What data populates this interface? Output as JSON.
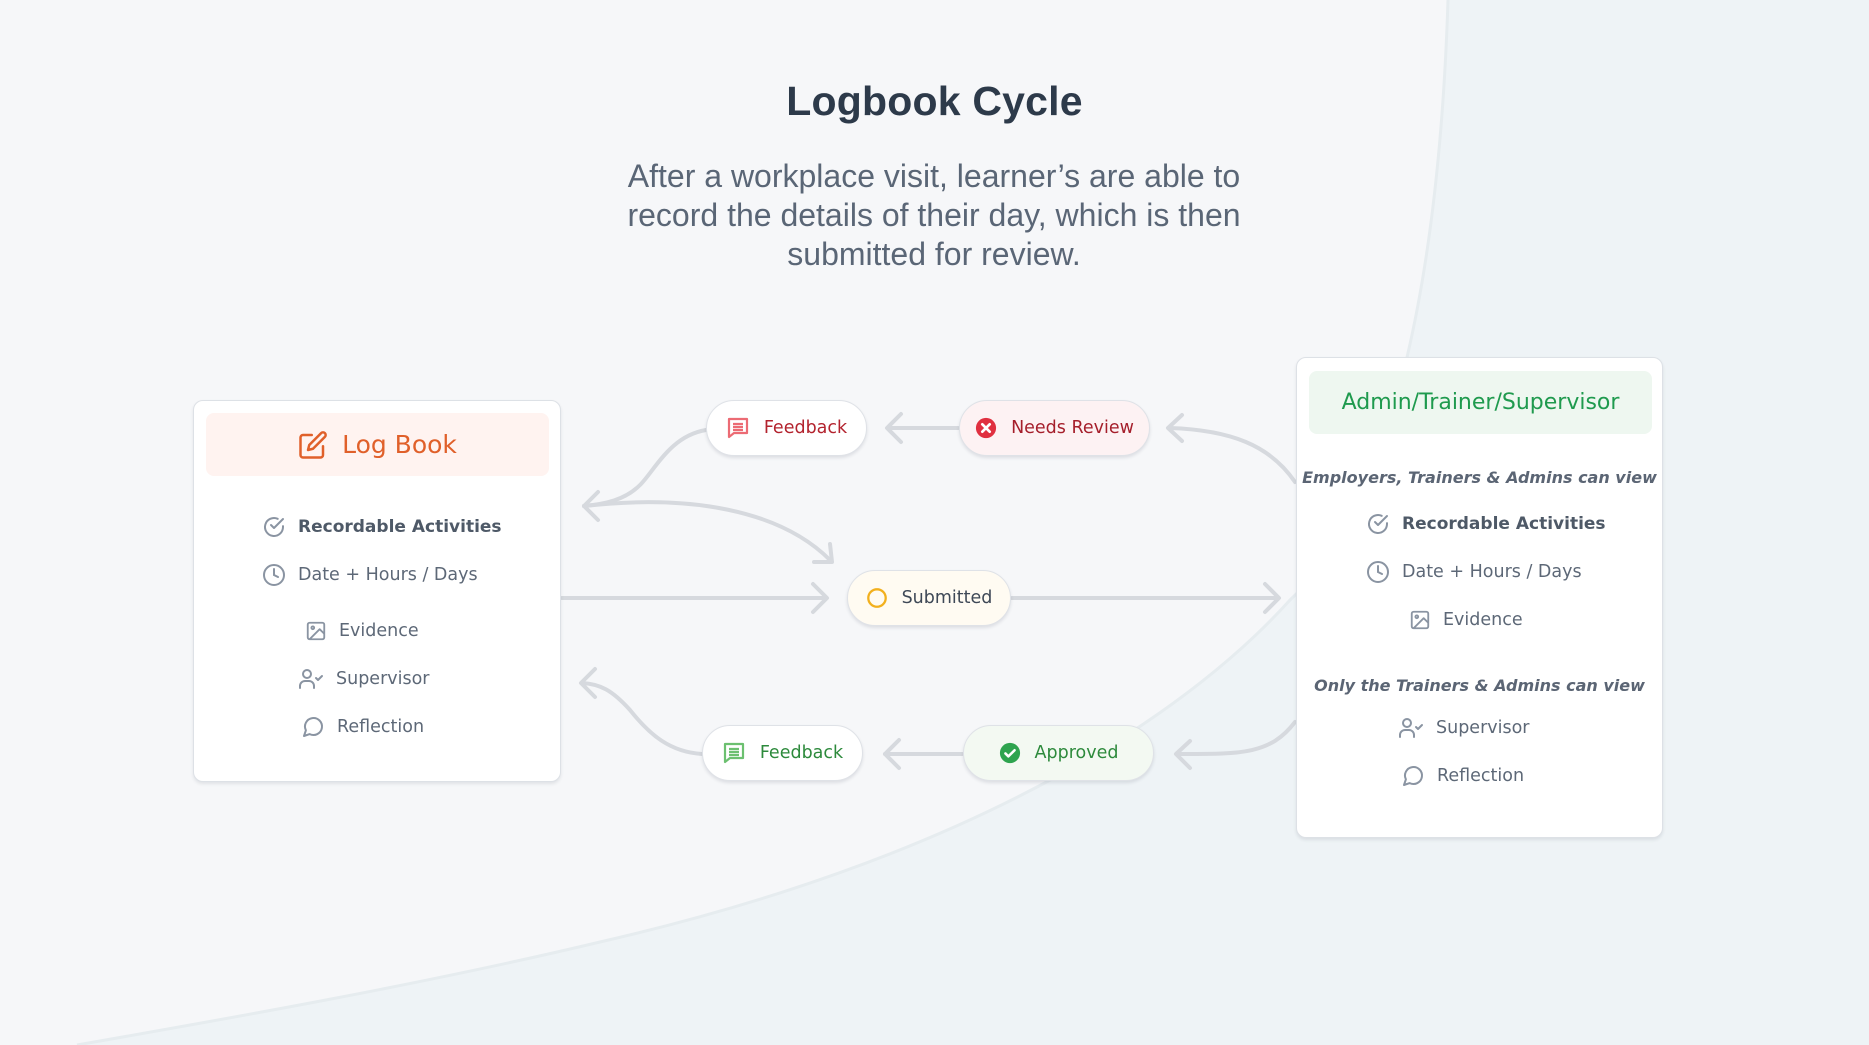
{
  "header": {
    "title": "Logbook Cycle",
    "subtitle": "After a workplace visit, learner’s are able to record the details of their day, which is then submitted for review."
  },
  "colors": {
    "background_light": "#f6f7f9",
    "background_dark": "#eef3f6",
    "title": "#2d3a4a",
    "logbook_accent": "#e0602a",
    "logbook_header_bg": "#fff3f0",
    "admin_accent": "#1f9a4e",
    "admin_header_bg": "#eef7f0",
    "needs_review": "#e03040",
    "submitted": "#f2b01e",
    "approved": "#2ea44f",
    "arrow": "#d6d9de"
  },
  "logbook_card": {
    "title": "Log Book",
    "icon": "edit-icon",
    "items": [
      {
        "label": "Recordable Activities",
        "icon": "check-circle-icon"
      },
      {
        "label": "Date + Hours / Days",
        "icon": "clock-icon"
      },
      {
        "label": "Evidence",
        "icon": "image-icon"
      },
      {
        "label": "Supervisor",
        "icon": "user-check-icon"
      },
      {
        "label": "Reflection",
        "icon": "message-circle-icon"
      }
    ]
  },
  "admin_card": {
    "title": "Admin/Trainer/Supervisor",
    "section1": {
      "heading": "Employers, Trainers & Admins can view",
      "items": [
        {
          "label": "Recordable Activities",
          "icon": "check-circle-icon"
        },
        {
          "label": "Date + Hours / Days",
          "icon": "clock-icon"
        },
        {
          "label": "Evidence",
          "icon": "image-icon"
        }
      ]
    },
    "section2": {
      "heading": "Only the Trainers & Admins can view",
      "items": [
        {
          "label": "Supervisor",
          "icon": "user-check-icon"
        },
        {
          "label": "Reflection",
          "icon": "message-circle-icon"
        }
      ]
    }
  },
  "flow": {
    "feedback_top": {
      "label": "Feedback",
      "icon": "feedback-icon"
    },
    "needs_review": {
      "label": "Needs Review",
      "icon": "x-circle-icon"
    },
    "submitted": {
      "label": "Submitted",
      "icon": "circle-icon"
    },
    "feedback_bottom": {
      "label": "Feedback",
      "icon": "feedback-icon"
    },
    "approved": {
      "label": "Approved",
      "icon": "check-circle-filled-icon"
    }
  }
}
